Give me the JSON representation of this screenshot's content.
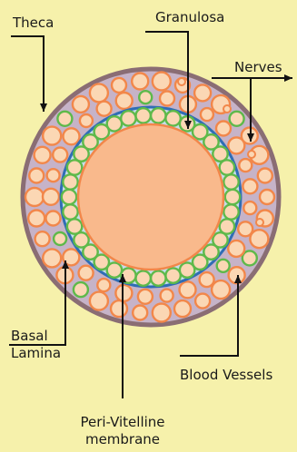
{
  "diagram": {
    "labels": {
      "theca": "Theca",
      "granulosa": "Granulosa",
      "nerves": "Nerves",
      "basal_lamina_line1": "Basal",
      "basal_lamina_line2": "Lamina",
      "blood_vessels": "Blood Vessels",
      "peri_vitelline_line1": "Peri-Vitelline",
      "peri_vitelline_line2": "membrane"
    },
    "colors": {
      "background": "#f6f1ab",
      "theca_layer": "#c6b3c8",
      "outer_ring": "#8a6d74",
      "theca_cell": "#f2874a",
      "cell_fill": "#fbd7b4",
      "granulosa_cell": "#5eb94a",
      "basal_lamina": "#2f6db5",
      "granulosa_layer": "#c7dde8",
      "oocyte": "#f9b98c",
      "pointer": "#111111"
    }
  }
}
